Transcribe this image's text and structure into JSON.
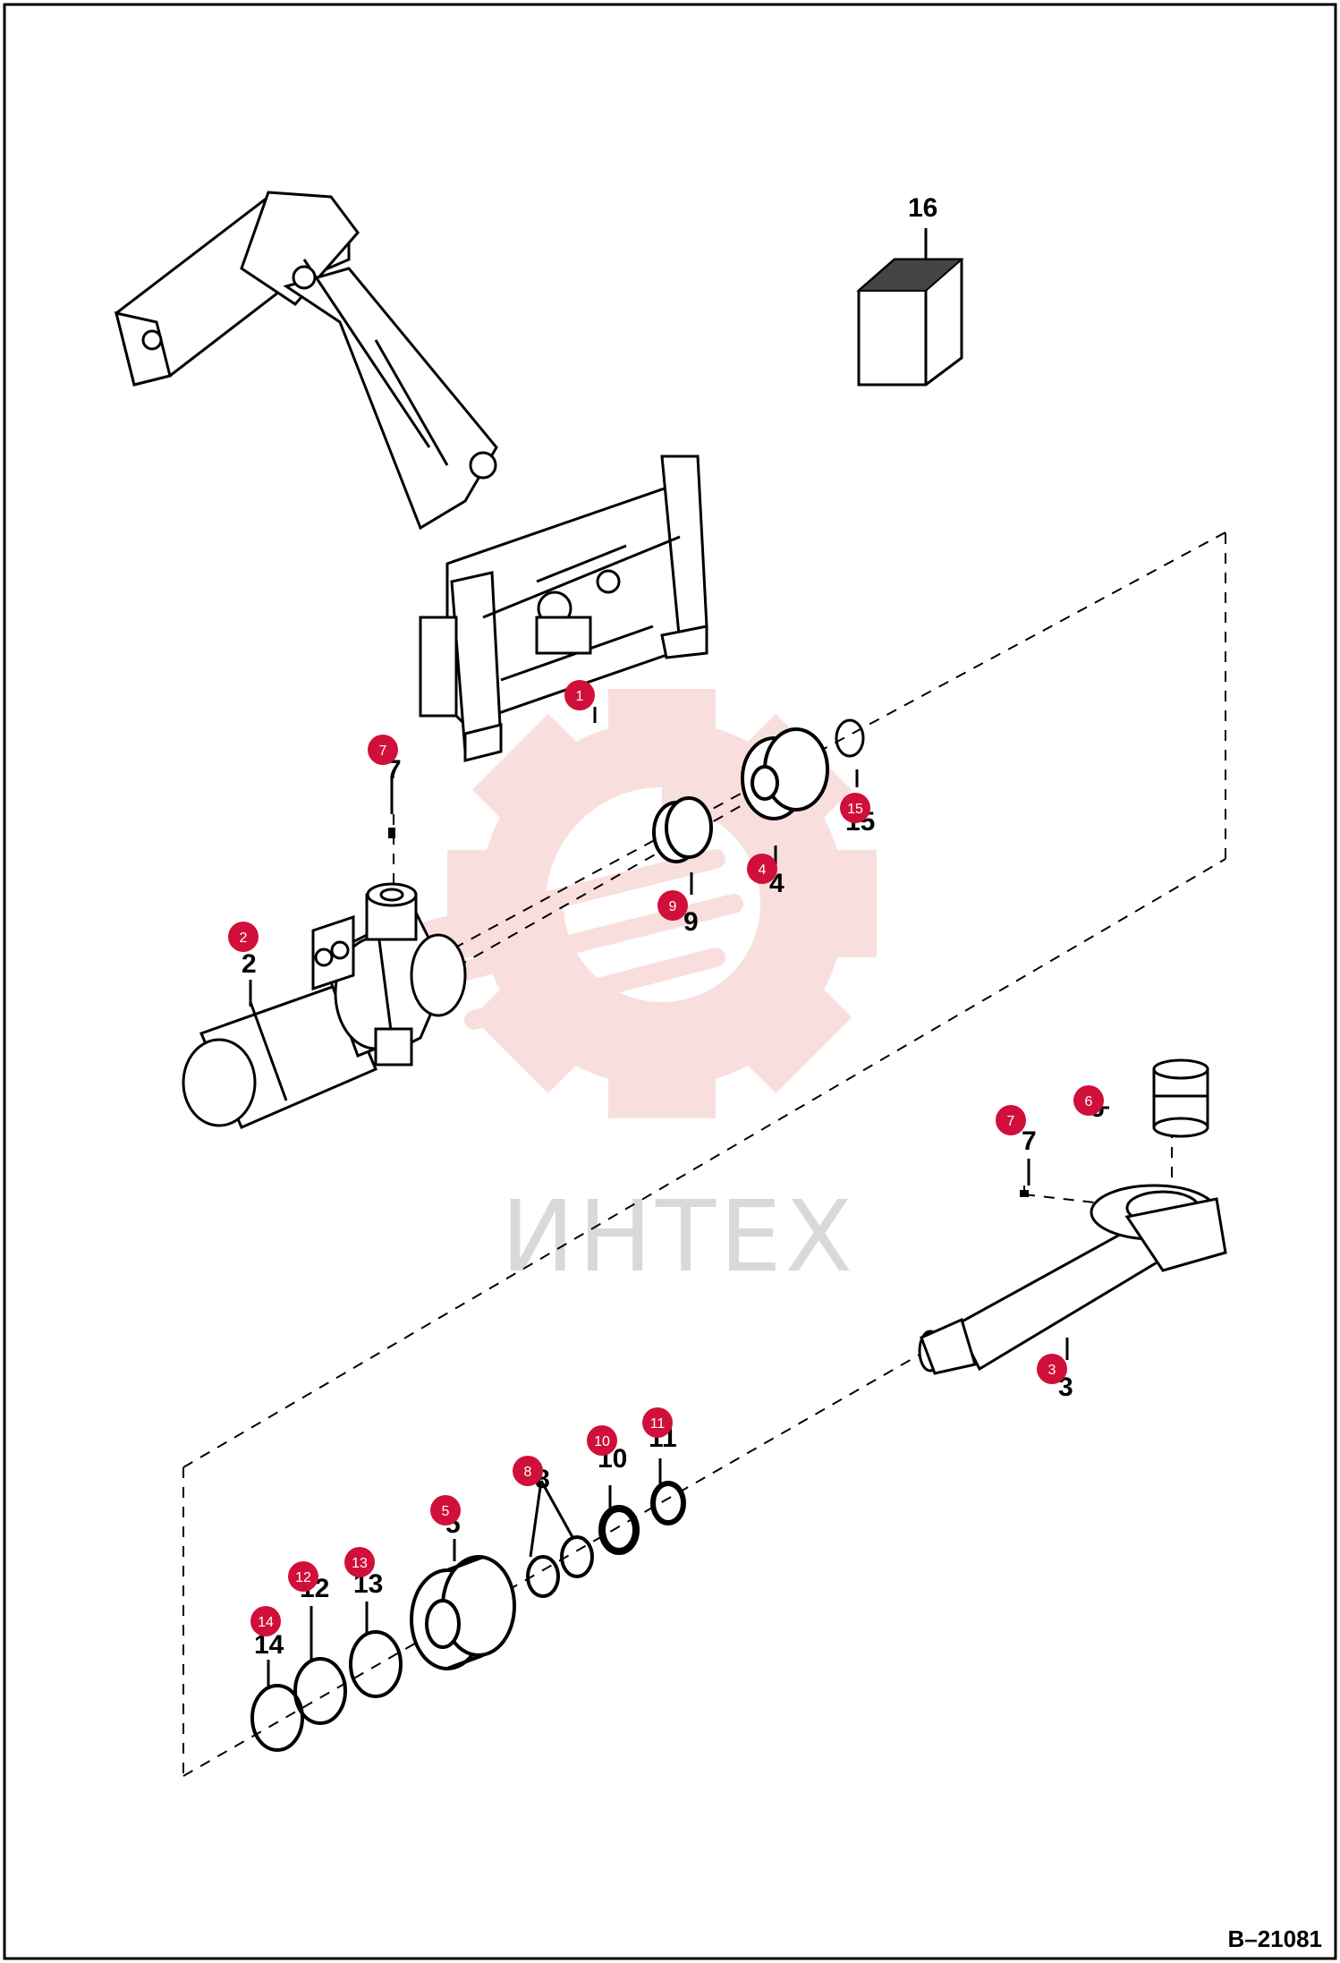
{
  "diagram": {
    "reference_code": "B–21081",
    "watermark_text": "ИНТЕХ",
    "callout_color": "#d0103a",
    "watermark_color": "#f4c4c4",
    "callouts": [
      {
        "id": "1",
        "label": "1"
      },
      {
        "id": "2",
        "label": "2"
      },
      {
        "id": "3",
        "label": "3"
      },
      {
        "id": "4",
        "label": "4"
      },
      {
        "id": "5",
        "label": "5"
      },
      {
        "id": "6",
        "label": "6"
      },
      {
        "id": "7a",
        "label": "7"
      },
      {
        "id": "7b",
        "label": "7"
      },
      {
        "id": "8",
        "label": "8"
      },
      {
        "id": "9",
        "label": "9"
      },
      {
        "id": "10",
        "label": "10"
      },
      {
        "id": "11",
        "label": "11"
      },
      {
        "id": "12",
        "label": "12"
      },
      {
        "id": "13",
        "label": "13"
      },
      {
        "id": "14",
        "label": "14"
      },
      {
        "id": "15",
        "label": "15"
      }
    ],
    "printed_numbers": {
      "n16": "16",
      "n2": "2",
      "n3": "3",
      "n4": "4",
      "n5": "5",
      "n6": "6",
      "n7a": "7",
      "n7b": "7",
      "n8": "8",
      "n9": "9",
      "n10": "10",
      "n11": "11",
      "n12": "12",
      "n13": "13",
      "n14": "14",
      "n15": "15"
    }
  }
}
